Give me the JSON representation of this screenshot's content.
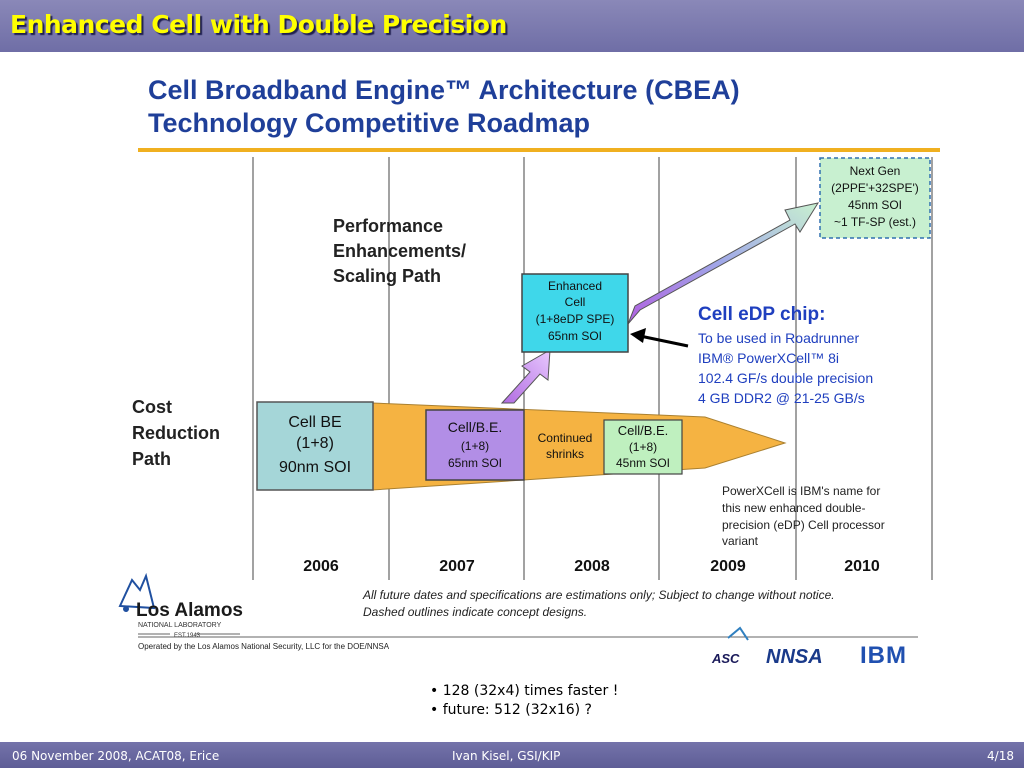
{
  "slide": {
    "title": "Enhanced Cell with Double Precision",
    "bullets": [
      "• 128 (32x4) times faster !",
      "• future: 512 (32x16) ?"
    ],
    "footer": {
      "left": "06 November 2008, ACAT08, Erice",
      "center": "Ivan Kisel, GSI/KIP",
      "right": "4/18"
    }
  },
  "roadmap": {
    "title_line1": "Cell Broadband Engine™ Architecture (CBEA)",
    "title_line2": "Technology Competitive Roadmap",
    "performance_label": [
      "Performance",
      "Enhancements/",
      "Scaling Path"
    ],
    "cost_label": [
      "Cost",
      "Reduction",
      "Path"
    ],
    "years": [
      "2006",
      "2007",
      "2008",
      "2009",
      "2010"
    ],
    "cell_be": [
      "Cell BE",
      "(1+8)",
      "90nm SOI"
    ],
    "cell_be_65": [
      "Cell/B.E.",
      "(1+8)",
      "65nm SOI"
    ],
    "continued": [
      "Continued",
      "shrinks"
    ],
    "cell_be_45": [
      "Cell/B.E.",
      "(1+8)",
      "45nm SOI"
    ],
    "enhanced": [
      "Enhanced",
      "Cell",
      "(1+8eDP SPE)",
      "65nm SOI"
    ],
    "next_gen": [
      "Next Gen",
      "(2PPE'+32SPE')",
      "45nm SOI",
      "~1 TF-SP (est.)"
    ],
    "edp_title": "Cell eDP chip:",
    "edp_lines": [
      "To be used in Roadrunner",
      "IBM® PowerXCell™ 8i",
      "102.4 GF/s double precision",
      "4 GB DDR2 @ 21-25 GB/s"
    ],
    "powerxcell_note": [
      "PowerXCell is IBM's name for",
      "this new enhanced double-",
      "precision (eDP) Cell processor",
      "variant"
    ],
    "disclaimer": [
      "All future dates and specifications are estimations only; Subject to change without notice.",
      "Dashed outlines indicate concept designs."
    ],
    "lanl_logo": "Los Alamos",
    "lanl_sub": "NATIONAL LABORATORY",
    "lanl_est": "EST.1943",
    "operated_by": "Operated by the Los Alamos National Security, LLC for the DOE/NNSA",
    "logos": [
      "ASC",
      "NNSA",
      "IBM"
    ]
  },
  "colors": {
    "header": "#7372aa",
    "title_text": "#ffff00",
    "cbea_blue": "#1f3f99",
    "orange": "#f5b342",
    "cell_be": "#a5d6d8",
    "purple": "#b28ee6",
    "green": "#bff0bf",
    "cyan": "#3fd7ea",
    "next_gen": "#c8f0d0"
  }
}
